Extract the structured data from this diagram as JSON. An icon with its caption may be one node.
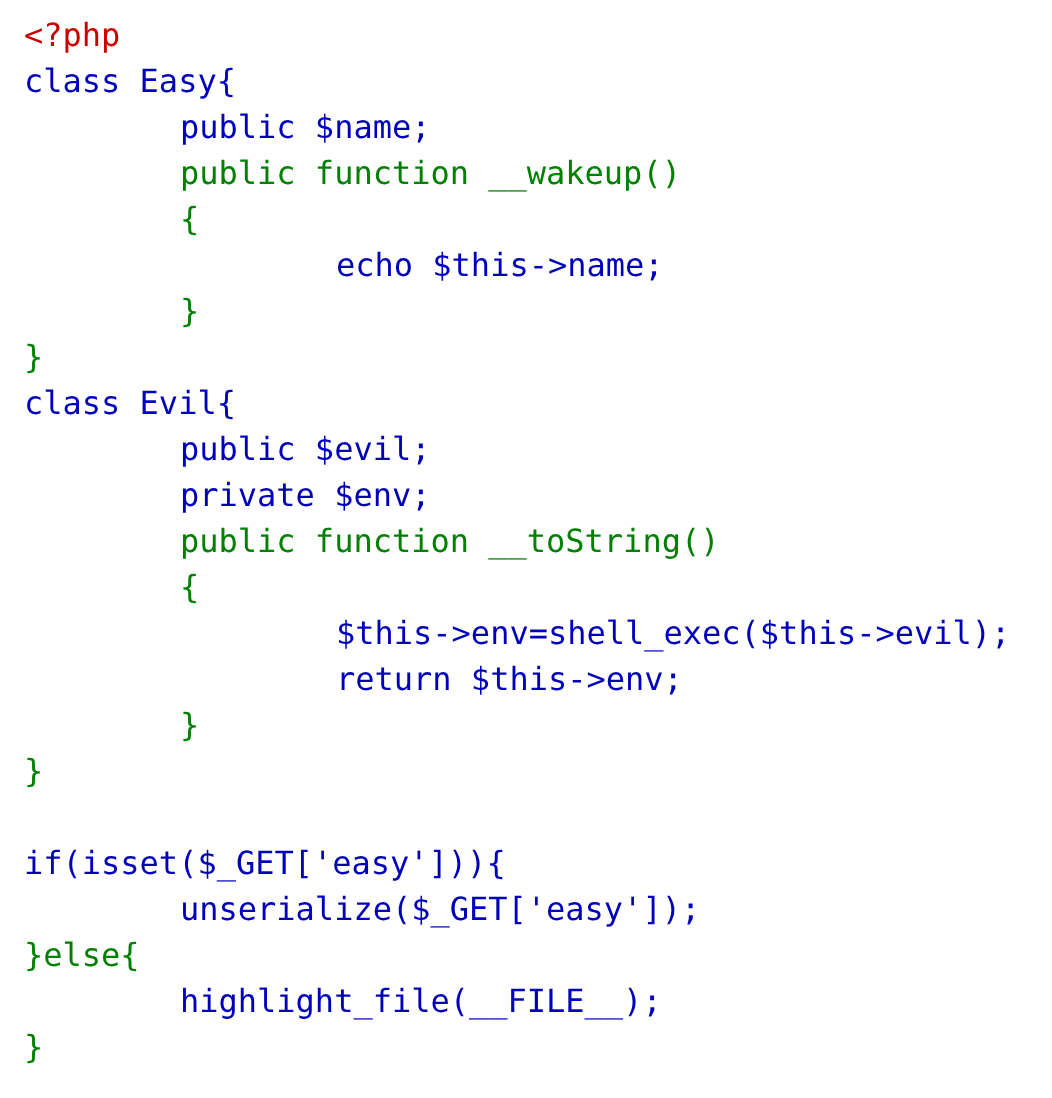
{
  "diagram": {
    "labels": [
      "<?php",
      "class Easy{",
      "public $name;",
      "public function __wakeup()",
      "{",
      "echo $this->name;",
      "}",
      "}",
      "class Evil{",
      "public $evil;",
      "private $env;",
      "public function __toString()",
      "{",
      "$this->env=shell_exec($this->evil);",
      "return $this->env;",
      "}",
      "}",
      "if(isset($_GET['easy'])){",
      "unserialize($_GET['easy']);",
      "}else{",
      "highlight_file(__FILE__);",
      "}"
    ]
  }
}
